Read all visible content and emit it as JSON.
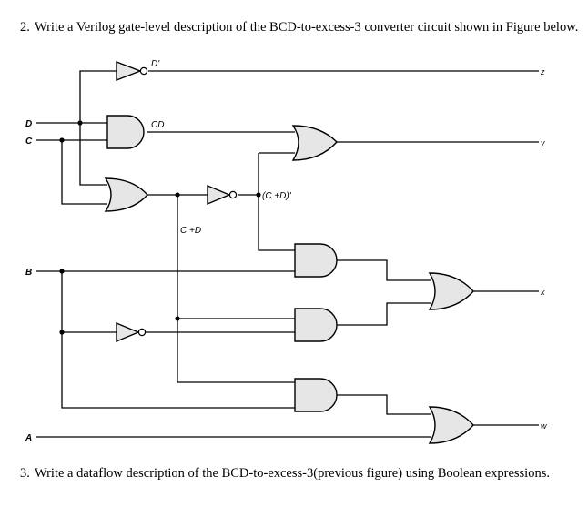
{
  "question2": {
    "number": "2.",
    "text": "Write a Verilog gate-level description of the BCD-to-excess-3 converter circuit shown in Figure below."
  },
  "question3": {
    "number": "3.",
    "text": "Write a dataflow description of the BCD-to-excess-3(previous figure) using Boolean expressions."
  },
  "figure": {
    "inputs": {
      "d": "D",
      "c": "C",
      "b": "B",
      "a": "A"
    },
    "outputs": {
      "z": "z",
      "y": "y",
      "x": "x",
      "w": "w"
    },
    "signals": {
      "d_not": "D'",
      "cd": "CD",
      "c_plus_d": "C +D",
      "c_plus_d_not": "(C +D)'"
    }
  }
}
